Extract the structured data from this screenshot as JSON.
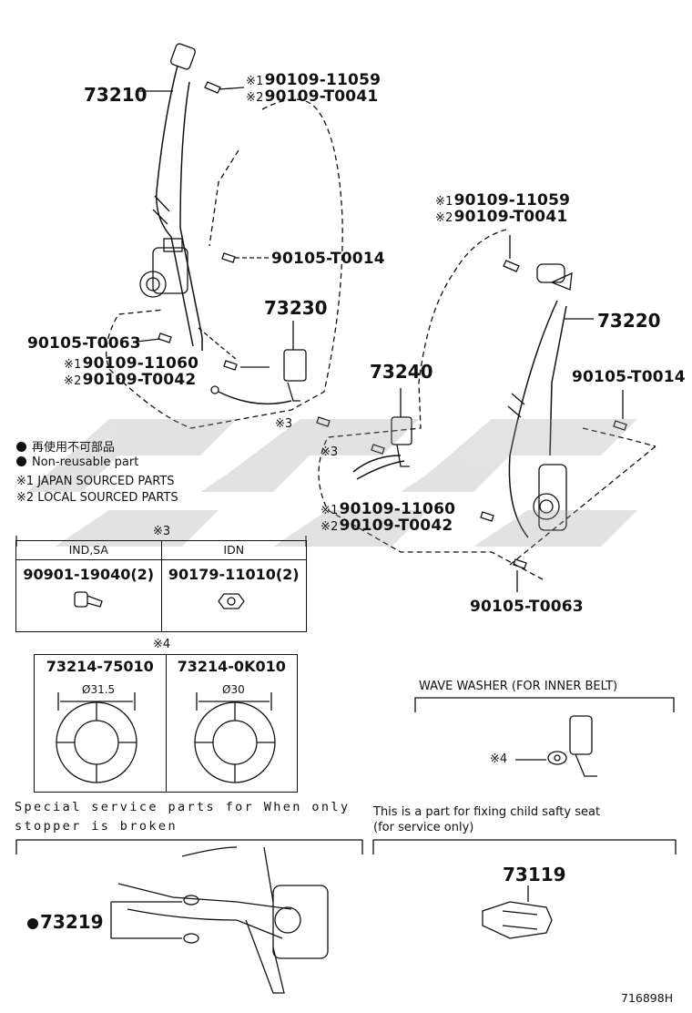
{
  "upper_left": {
    "p73210": "73210",
    "p73230": "73230",
    "bolt_top_1": "90109-11059",
    "bolt_top_2": "90109-T0041",
    "bolt_mid": "90105-T0014",
    "bolt_anchor": "90105-T0063",
    "bolt_low_1": "90109-11060",
    "bolt_low_2": "90109-T0042"
  },
  "upper_right": {
    "bolt_top_1": "90109-11059",
    "bolt_top_2": "90109-T0041",
    "p73220": "73220",
    "p73240": "73240",
    "bolt_mid": "90105-T0014",
    "bolt_low_1": "90109-11060",
    "bolt_low_2": "90109-T0042",
    "bolt_anchor": "90105-T0063"
  },
  "marks": {
    "m1": "※1",
    "m2": "※2",
    "m3": "※3",
    "m4": "※4"
  },
  "legend": {
    "jp_nonreusable": "再使用不可部品",
    "nonreusable": "Non-reusable part",
    "japan": "※1 JAPAN SOURCED PARTS",
    "local": "※2 LOCAL SOURCED PARTS"
  },
  "table3": {
    "mark": "※3",
    "col1_header": "IND,SA",
    "col2_header": "IDN",
    "col1_part": "90901-19040(2)",
    "col2_part": "90179-11010(2)"
  },
  "table4": {
    "mark": "※4",
    "col1_part": "73214-75010",
    "col2_part": "73214-0K010",
    "col1_dim": "Ø31.5",
    "col2_dim": "Ø30"
  },
  "wave_washer": {
    "title": "WAVE WASHER (FOR INNER BELT)",
    "mark": "※4"
  },
  "special": {
    "line1": "Special service parts for When only",
    "line2": "stopper is broken",
    "part": "73219"
  },
  "child_seat": {
    "line1": "This is a part for fixing child safty seat",
    "line2": "(for service only)",
    "part": "73119"
  },
  "footer_code": "716898H"
}
